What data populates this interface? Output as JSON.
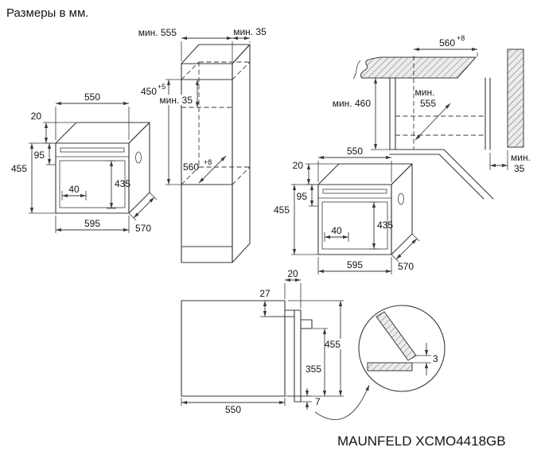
{
  "title": "Размеры в мм.",
  "model": "MAUNFELD XCMO4418GB",
  "oven_left": {
    "top_width": "550",
    "top_offset": "20",
    "panel_height": "95",
    "height": "455",
    "door_inset": "40",
    "door_height": "435",
    "front_width": "595",
    "depth": "570"
  },
  "oven_right": {
    "top_width": "550",
    "top_offset": "20",
    "panel_height": "95",
    "height": "455",
    "door_inset": "40",
    "door_height": "435",
    "front_width": "595",
    "depth": "570"
  },
  "tall_cabinet": {
    "depth_min": "мин. 555",
    "rear_gap_min": "мин. 35",
    "niche_height": "450",
    "niche_height_tol": "+5",
    "vent_gap_min": "мин. 35",
    "niche_depth": "560",
    "niche_depth_tol": "+8"
  },
  "base_cabinet": {
    "niche_depth": "560",
    "niche_depth_tol": "+8",
    "niche_height_min": "мин. 460",
    "depth_min_l1": "мин.",
    "depth_min_l2": "555",
    "wall_gap_l1": "мин.",
    "wall_gap_l2": "35"
  },
  "section": {
    "front_overhang": "20",
    "top_inset": "27",
    "height": "455",
    "lower_height": "355",
    "depth": "550",
    "bottom_gap": "7"
  },
  "detail": {
    "floor_gap": "3"
  }
}
